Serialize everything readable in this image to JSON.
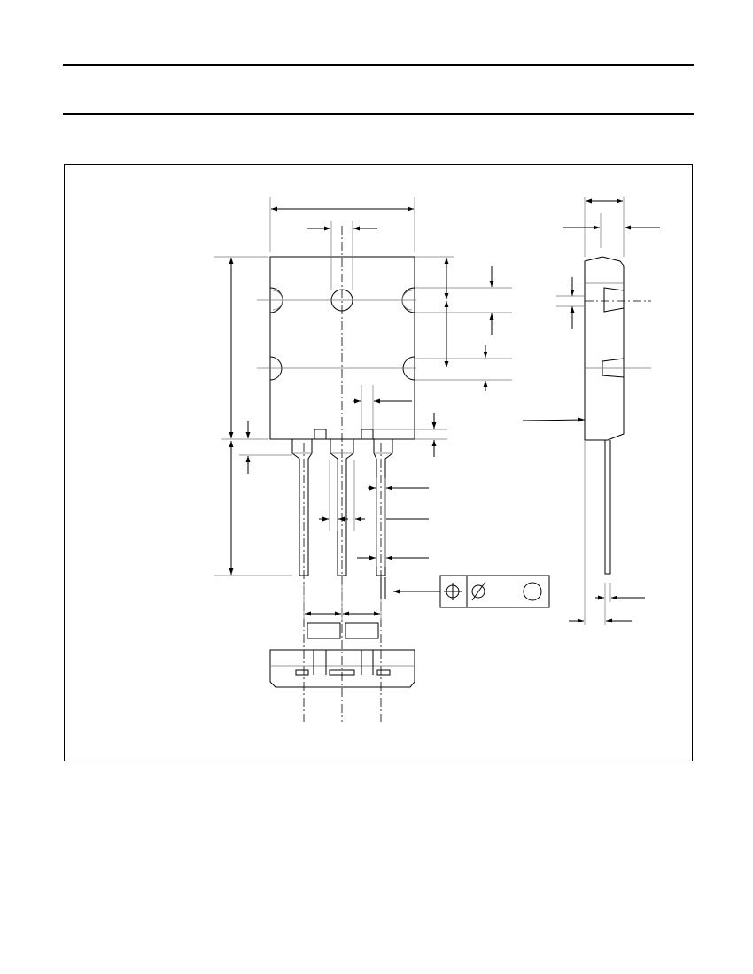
{
  "document": {},
  "drawing": {
    "tolerance_frame": {
      "symbols": [
        "position-symbol",
        "diameter-symbol",
        "circle-symbol"
      ]
    }
  }
}
